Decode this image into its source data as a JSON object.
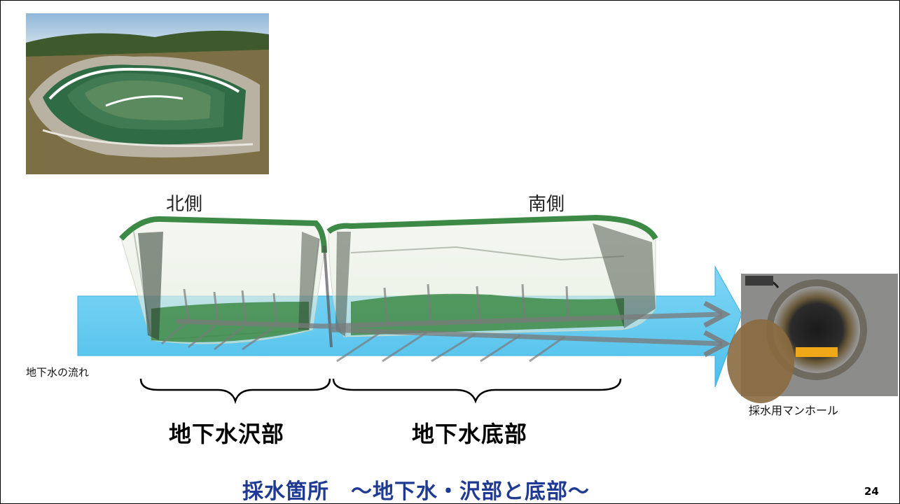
{
  "labels": {
    "north": "北側",
    "south": "南側",
    "groundwater_flow": "地下水の流れ",
    "section_stream": "地下水沢部",
    "section_bottom": "地下水底部",
    "manhole": "採水用マンホール"
  },
  "title": "採水箇所　～地下水・沢部と底部～",
  "page_number": "24",
  "colors": {
    "flow_arrow": "#5cc8f0",
    "basin_green": "#3d8a47",
    "pipe_gray": "#7a7a7a",
    "title_blue": "#1f3a93"
  },
  "icons": {
    "site_photo": "landfill-aerial-photo",
    "manhole_photo": "manhole-photo"
  }
}
